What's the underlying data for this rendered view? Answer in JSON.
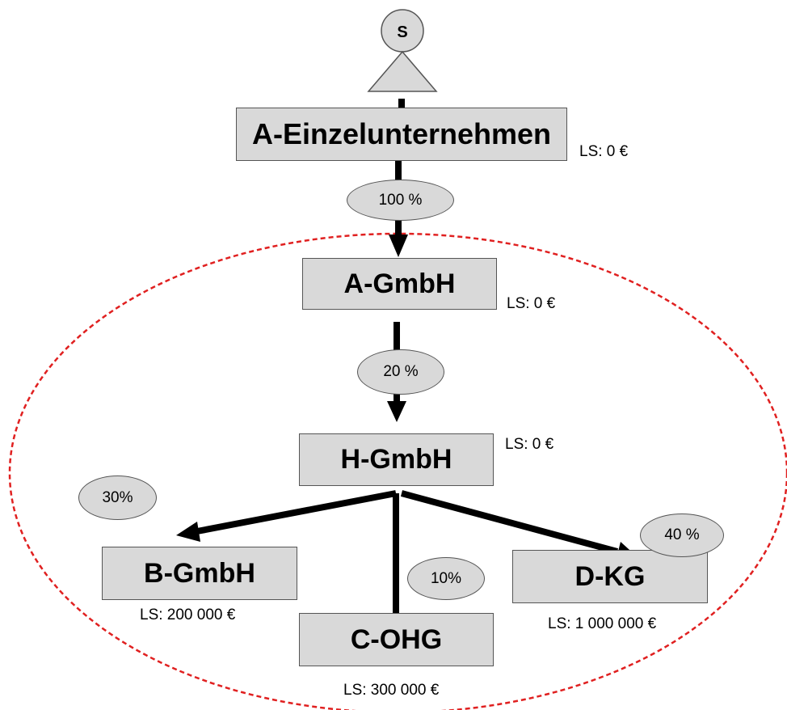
{
  "shareholder": {
    "label": "S"
  },
  "entities": {
    "einzel": {
      "name": "A-Einzelunternehmen",
      "ls": "LS: 0 €"
    },
    "agmbh": {
      "name": "A-GmbH",
      "ls": "LS: 0 €"
    },
    "hgmbh": {
      "name": "H-GmbH",
      "ls": "LS: 0 €"
    },
    "bgmbh": {
      "name": "B-GmbH",
      "ls": "LS: 200 000 €"
    },
    "cohg": {
      "name": "C-OHG",
      "ls": "LS: 300 000 €"
    },
    "dkg": {
      "name": "D-KG",
      "ls": "LS: 1 000 000 €"
    }
  },
  "shares": {
    "einzel_to_agmbh": "100 %",
    "agmbh_to_hgmbh": "20 %",
    "hgmbh_to_bgmbh": "30%",
    "hgmbh_to_cohg": "10%",
    "hgmbh_to_dkg": "40 %"
  },
  "colors": {
    "box_fill": "#d9d9d9",
    "border": "#555555",
    "group_outline": "#e02020",
    "arrow": "#000000"
  }
}
